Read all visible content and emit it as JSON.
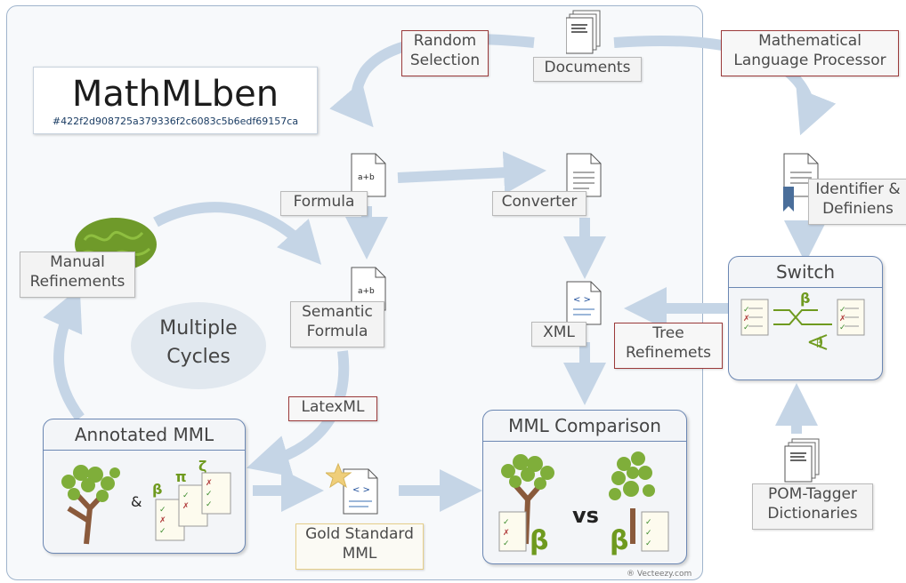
{
  "title": {
    "name": "MathMLben",
    "hash": "#422f2d908725a379336f2c6083c5b6edf69157ca"
  },
  "labels": {
    "random_selection_1": "Random",
    "random_selection_2": "Selection",
    "documents": "Documents",
    "mlp_1": "Mathematical",
    "mlp_2": "Language Processor",
    "formula": "Formula",
    "converter": "Converter",
    "identifier_1": "Identifier &",
    "identifier_2": "Definiens",
    "manual_1": "Manual",
    "manual_2": "Refinements",
    "semantic_1": "Semantic",
    "semantic_2": "Formula",
    "xml": "XML",
    "tree_1": "Tree",
    "tree_2": "Refinemets",
    "latexml": "LatexML",
    "gold_1": "Gold Standard",
    "gold_2": "MML",
    "pom_1": "POM-Tagger",
    "pom_2": "Dictionaries",
    "cycles_1": "Multiple",
    "cycles_2": "Cycles"
  },
  "boxes": {
    "switch": "Switch",
    "annotated": "Annotated MML",
    "comparison": "MML Comparison"
  },
  "symbols": {
    "apb": "a+b",
    "beta": "β",
    "pi": "π",
    "zeta": "ζ",
    "amp": "&",
    "vs": "vs",
    "code": "< >"
  },
  "credit": "® Vecteezy.com",
  "colors": {
    "arrow": "#c5d5e6",
    "box_border": "#6b87b3",
    "red_border": "#9b3a3a",
    "gold_border": "#e6cf8a",
    "brain": "#6f9a2a",
    "tree_leaf": "#7fae3a",
    "trunk": "#8a5a3c",
    "beta_green": "#6f9a1f"
  }
}
